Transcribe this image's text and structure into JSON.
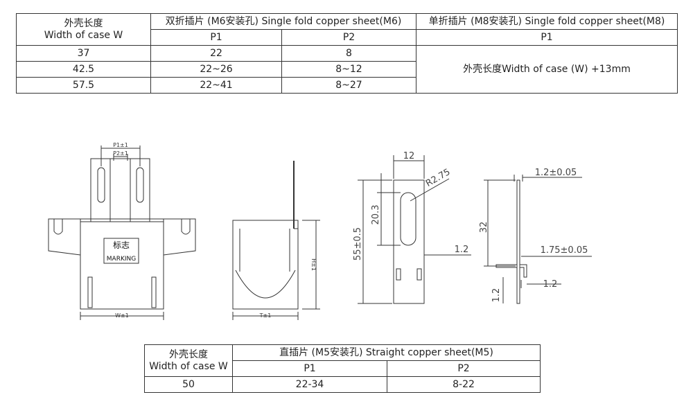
{
  "top_table": {
    "col_case": "外壳长度\nWidth of case W",
    "col_case_cn": "外壳长度",
    "col_case_en": "Width of case W",
    "m6_header": "双折插片 (M6安装孔) Single fold copper sheet(M6)",
    "m8_header": "单折插片 (M8安装孔) Single fold copper sheet(M8)",
    "m6_p1": "P1",
    "m6_p2": "P2",
    "m8_p1": "P1",
    "m8_value": "外壳长度Width of case (W) +13mm",
    "rows": [
      {
        "w": "37",
        "p1": "22",
        "p2": "8"
      },
      {
        "w": "42.5",
        "p1": "22~26",
        "p2": "8~12"
      },
      {
        "w": "57.5",
        "p1": "22~41",
        "p2": "8~27"
      }
    ]
  },
  "bottom_table": {
    "col_case_cn": "外壳长度",
    "col_case_en": "Width of case W",
    "header": "直插片 (M5安装孔) Straight copper sheet(M5)",
    "p1": "P1",
    "p2": "P2",
    "rows": [
      {
        "w": "50",
        "p1": "22-34",
        "p2": "8-22"
      }
    ]
  },
  "drawing": {
    "front": {
      "p1_label": "P1±1",
      "p2_label": "P2±1",
      "marking_cn": "标志",
      "marking_en": "MARKING",
      "w_label": "W±1"
    },
    "side": {
      "h_label": "H±1",
      "t_label": "T±1"
    },
    "sheet": {
      "width_label": "12",
      "radius_label": "R2.75",
      "slot_label": "20.3",
      "height_label": "55±0.5",
      "edge_label": "1.2"
    },
    "profile": {
      "thickness_label": "1.2±0.05",
      "height_label": "32",
      "foot_label": "1.75±0.05",
      "gap_label": "1.2",
      "bottom_label": "1.2"
    }
  }
}
